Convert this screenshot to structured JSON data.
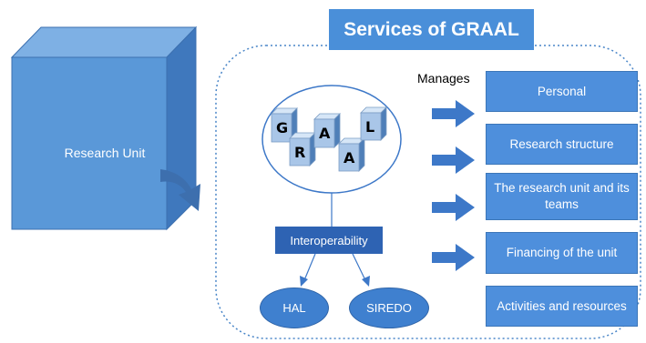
{
  "title": "Services of GRAAL",
  "left_block": {
    "label": "Research Unit"
  },
  "logo": {
    "letters": [
      "G",
      "R",
      "A",
      "A",
      "L"
    ]
  },
  "manages_label": "Manages",
  "interoperability_label": "Interoperability",
  "targets": {
    "hal": "HAL",
    "siredo": "SIREDO"
  },
  "services": [
    {
      "label": "Personal"
    },
    {
      "label": "Research structure"
    },
    {
      "label": "The research unit and its teams"
    },
    {
      "label": "Financing of the unit"
    },
    {
      "label": "Activities and resources"
    }
  ],
  "colors": {
    "box_fill": "#4e8fdc",
    "title_fill": "#4a8fd9",
    "interop_fill": "#2e63b3",
    "arrow_fill": "#3d78c8",
    "cube_fill": "#5b9bd5"
  }
}
